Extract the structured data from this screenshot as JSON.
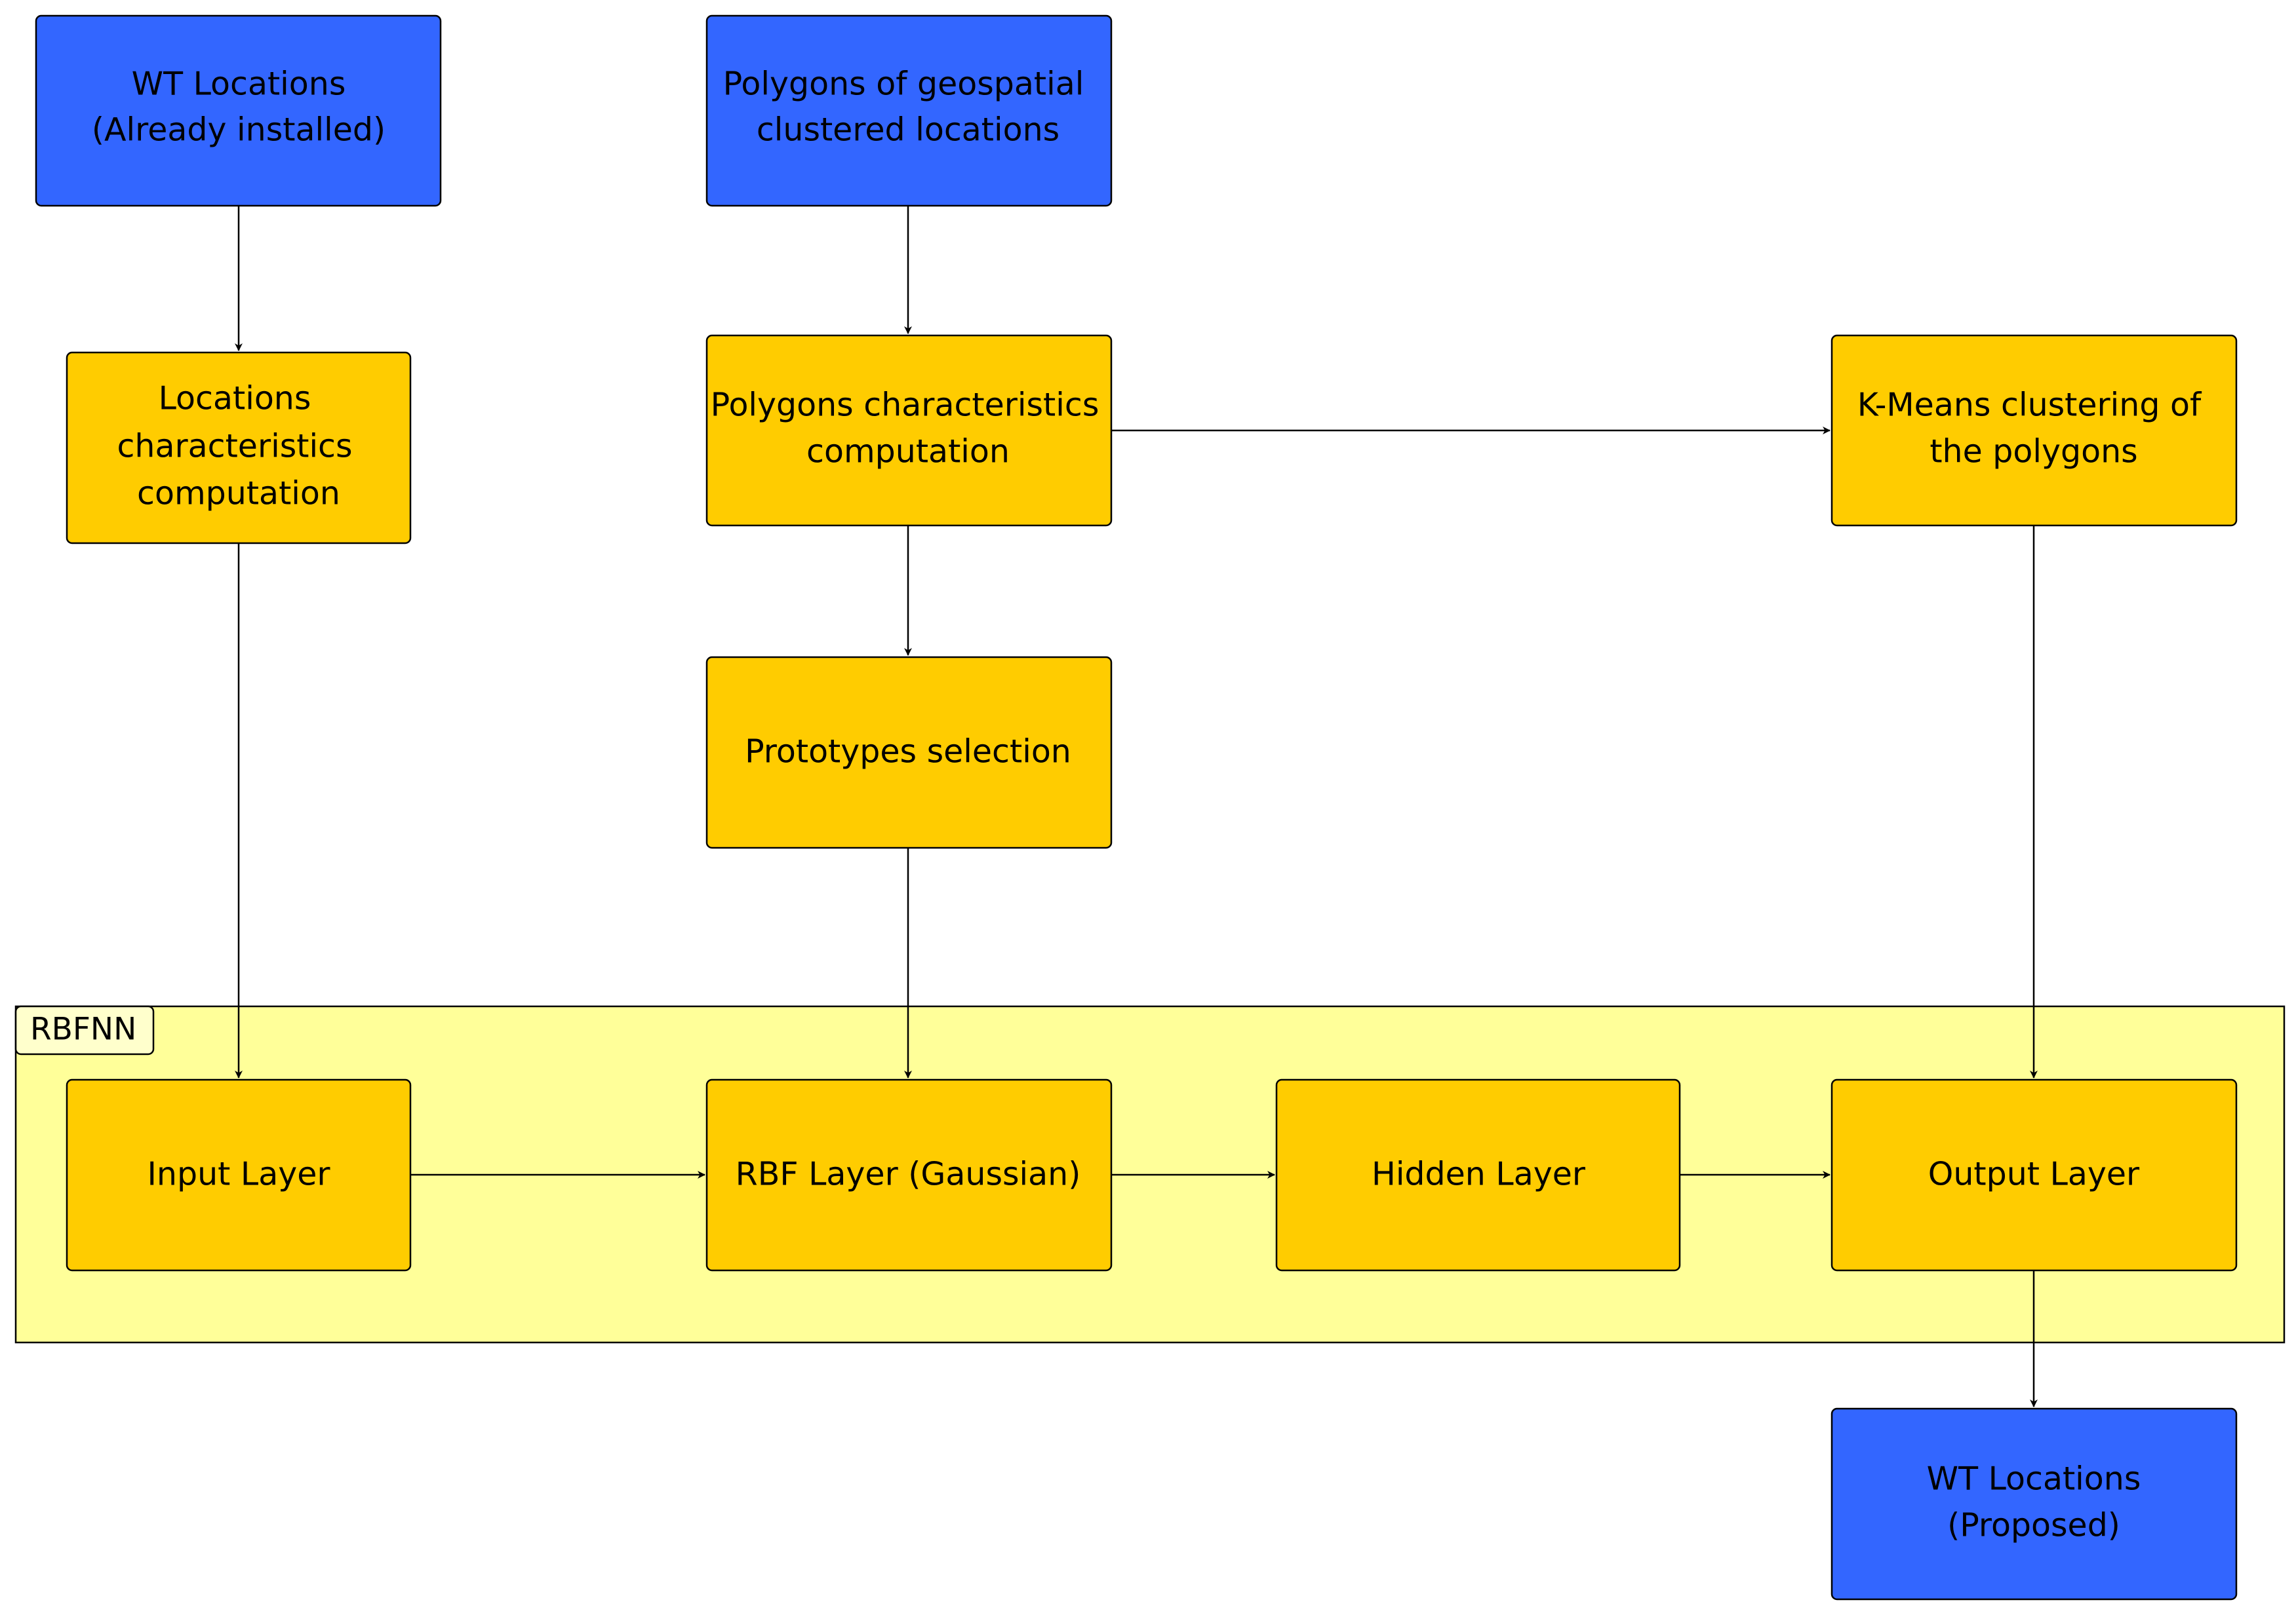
{
  "colors": {
    "input_node": "#3366ff",
    "process_node": "#ffcc00",
    "group_fill": "#ffff99",
    "group_label_fill": "#ffffcc",
    "line": "#000000"
  },
  "nodes": {
    "wt_installed": {
      "lines": [
        "WT Locations",
        "(Already installed)"
      ],
      "kind": "input"
    },
    "polygons_geo": {
      "lines": [
        "Polygons of geospatial",
        "clustered locations"
      ],
      "kind": "input"
    },
    "locations_char": {
      "lines": [
        "Locations",
        "characteristics",
        "computation"
      ],
      "kind": "process"
    },
    "polygons_char": {
      "lines": [
        "Polygons characteristics",
        "computation"
      ],
      "kind": "process"
    },
    "kmeans": {
      "lines": [
        "K-Means clustering of",
        "the polygons"
      ],
      "kind": "process"
    },
    "prototypes": {
      "lines": [
        "Prototypes selection"
      ],
      "kind": "process"
    },
    "input_layer": {
      "lines": [
        "Input Layer"
      ],
      "kind": "process"
    },
    "rbf_layer": {
      "lines": [
        "RBF Layer (Gaussian)"
      ],
      "kind": "process"
    },
    "hidden_layer": {
      "lines": [
        "Hidden Layer"
      ],
      "kind": "process"
    },
    "output_layer": {
      "lines": [
        "Output Layer"
      ],
      "kind": "process"
    },
    "wt_proposed": {
      "lines": [
        "WT Locations",
        "(Proposed)"
      ],
      "kind": "input"
    }
  },
  "group": {
    "label": "RBFNN",
    "members": [
      "input_layer",
      "rbf_layer",
      "hidden_layer",
      "output_layer"
    ]
  },
  "edges": [
    {
      "from": "wt_installed",
      "to": "locations_char"
    },
    {
      "from": "polygons_geo",
      "to": "polygons_char"
    },
    {
      "from": "polygons_char",
      "to": "kmeans"
    },
    {
      "from": "polygons_char",
      "to": "prototypes"
    },
    {
      "from": "locations_char",
      "to": "input_layer"
    },
    {
      "from": "prototypes",
      "to": "rbf_layer"
    },
    {
      "from": "kmeans",
      "to": "output_layer"
    },
    {
      "from": "input_layer",
      "to": "rbf_layer"
    },
    {
      "from": "rbf_layer",
      "to": "hidden_layer"
    },
    {
      "from": "hidden_layer",
      "to": "output_layer"
    },
    {
      "from": "output_layer",
      "to": "wt_proposed"
    }
  ]
}
